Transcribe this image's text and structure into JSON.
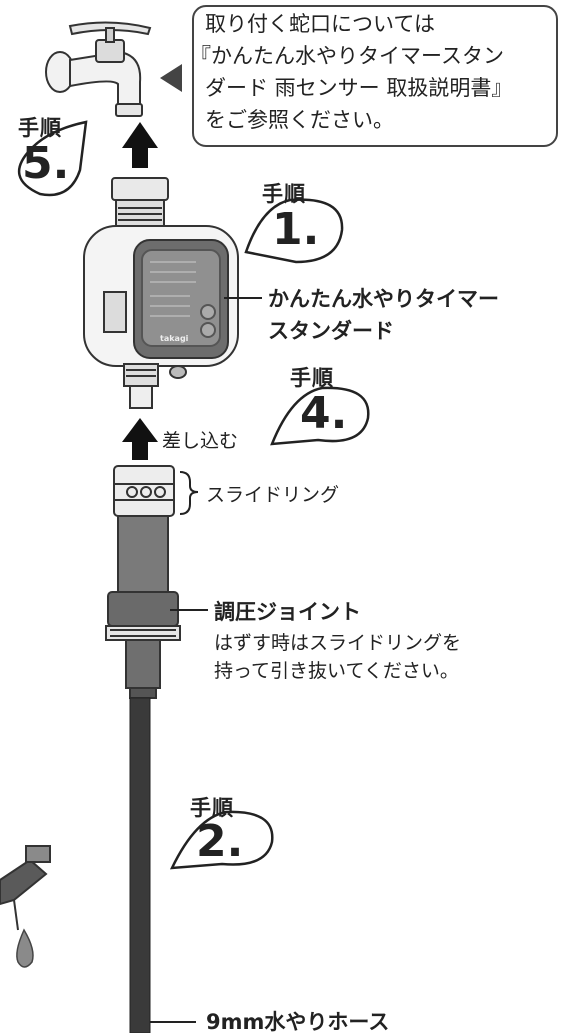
{
  "callout": {
    "lines": [
      "取り付く蛇口については",
      "『かんたん水やりタイマースタン",
      "ダード 雨センサー 取扱説明書』",
      "をご参照ください。"
    ]
  },
  "steps": {
    "word": "手順",
    "step5": "5.",
    "step1": "1.",
    "step4": "4.",
    "step2": "2."
  },
  "labels": {
    "timer_line1": "かんたん水やりタイマー",
    "timer_line2": "スタンダード",
    "insert": "差し込む",
    "slide_ring": "スライドリング",
    "joint_title": "調圧ジョイント",
    "joint_note1": "はずす時はスライドリングを",
    "joint_note2": "持って引き抜いてください。",
    "hose": "9mm水やりホース"
  },
  "device": {
    "brand_mark": "takagi"
  }
}
